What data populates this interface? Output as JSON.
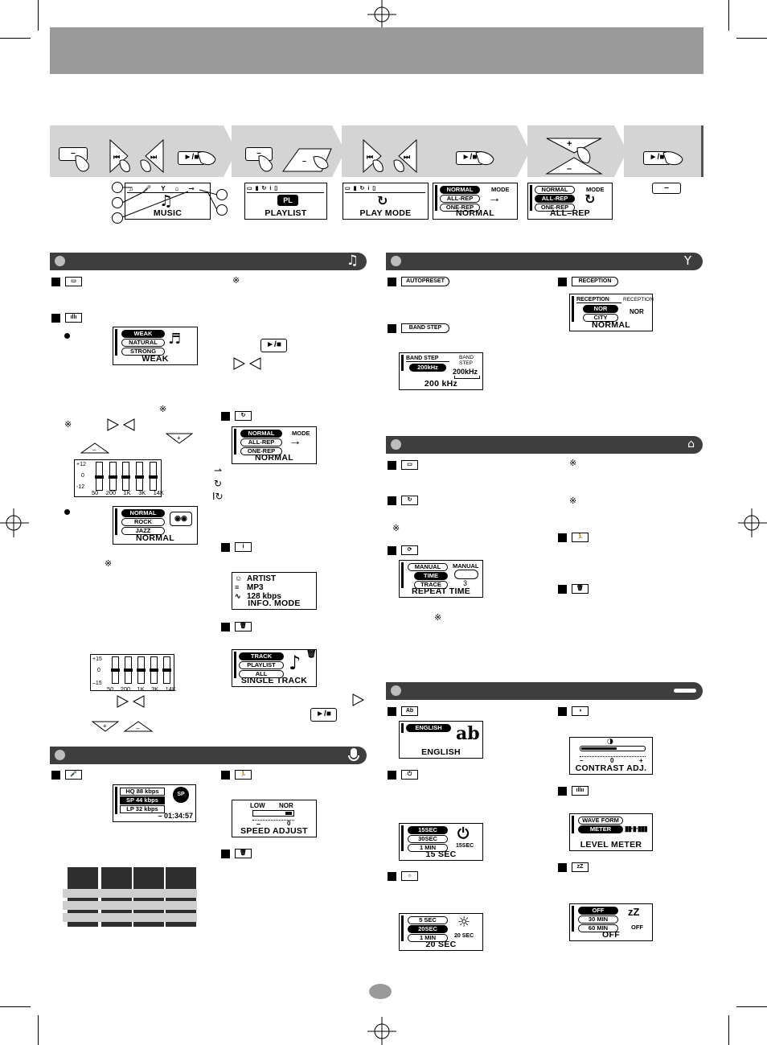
{
  "nav_strip": {
    "buttons": {
      "minus": "–",
      "play_stop": "►/■"
    },
    "screens": {
      "music": "MUSIC",
      "playlist": "PLAYLIST",
      "play_mode": "PLAY MODE",
      "normal": "NORMAL",
      "all_rep": "ALL–REP",
      "mode": "MODE",
      "pl_badge": "PL",
      "mode_items": [
        "NORMAL",
        "ALL-REP",
        "ONE-REP"
      ],
      "plus": "+",
      "minus_small": "–"
    }
  },
  "sections": {
    "music": {
      "icon": "music-note-icon"
    },
    "radio": {
      "icon": "antenna-icon"
    },
    "study": {
      "icon": "graduation-cap-icon"
    },
    "record": {
      "icon": "microphone-icon"
    },
    "setup": {
      "icon": "wrench-icon"
    }
  },
  "music": {
    "eq_normal_sel": "WEAK",
    "eq_items_1": [
      "WEAK",
      "NATURAL",
      "STRONG"
    ],
    "eq_cap_1": "WEAK",
    "eq_items_2": [
      "NORMAL",
      "ROCK",
      "JAZZ"
    ],
    "eq_cap_2": "NORMAL",
    "eq_scale_1": [
      "+12",
      "0",
      "-12"
    ],
    "eq_scale_2": [
      "+15",
      "0",
      "–15"
    ],
    "eq_freqs": [
      "50",
      "200",
      "1K",
      "3K",
      "14K"
    ],
    "mode_items": [
      "NORMAL",
      "ALL-REP",
      "ONE-REP"
    ],
    "mode_label": "MODE",
    "mode_cap": "NORMAL",
    "info_lines": [
      "ARTIST",
      "MP3",
      "128 kbps"
    ],
    "info_cap": "INFO. MODE",
    "delete_items": [
      "TRACK",
      "PLAYLIST",
      "ALL"
    ],
    "delete_cap": "SINGLE TRACK",
    "play_btn": "►/■",
    "plus": "+",
    "minus": "–",
    "note_mark": "※"
  },
  "radio": {
    "auto_preset": "AUTOPRESET",
    "band_step": "BAND STEP",
    "band_lcd_items": [
      "BAND STEP",
      "200kHz"
    ],
    "band_lcd_right": [
      "BAND",
      "STEP",
      "200kHz"
    ],
    "band_cap": "200 kHz",
    "reception": "RECEPTION",
    "rec_items": [
      "RECEPTION",
      "NOR",
      "CITY"
    ],
    "rec_right": [
      "RECEPTION",
      "NOR"
    ],
    "rec_cap": "NORMAL"
  },
  "study": {
    "repeat_items": [
      "MANUAL",
      "TIME",
      "TRACE"
    ],
    "repeat_right": [
      "MANUAL",
      "3"
    ],
    "repeat_cap": "REPEAT TIME"
  },
  "record": {
    "quality_items": [
      "HQ 88 kbps",
      "SP 44 kbps",
      "LP 32 kbps"
    ],
    "quality_time": "– 01:34:57",
    "quality_badge": "SP",
    "speed_labels": [
      "LOW",
      "NOR"
    ],
    "speed_marks": [
      "–",
      "0"
    ],
    "speed_cap": "SPEED  ADJUST"
  },
  "setup": {
    "lang_sel": "ENGLISH",
    "lang_glyph": "ab",
    "lang_cap": "ENGLISH",
    "contrast_scale": [
      "–",
      "0",
      "+"
    ],
    "contrast_cap": "CONTRAST ADJ.",
    "power_items": [
      "15SEC",
      "30SEC",
      "1 MIN"
    ],
    "power_right": "15SEC",
    "power_cap": "15  SEC",
    "backlight_items": [
      "5 SEC",
      "20SEC",
      "1 MIN"
    ],
    "backlight_right": "20 SEC",
    "backlight_cap": "20  SEC",
    "level_items": [
      "WAVE FORM",
      "METER"
    ],
    "level_cap": "LEVEL METER",
    "sleep_items": [
      "OFF",
      "30 MIN",
      "60 MIN"
    ],
    "sleep_right": [
      "zZ",
      "OFF"
    ],
    "sleep_cap": "OFF"
  },
  "colors": {
    "header_bar": "#9a9a9a",
    "section_bar": "#3e3e3e",
    "nav_strip": "#d4d4d4"
  }
}
